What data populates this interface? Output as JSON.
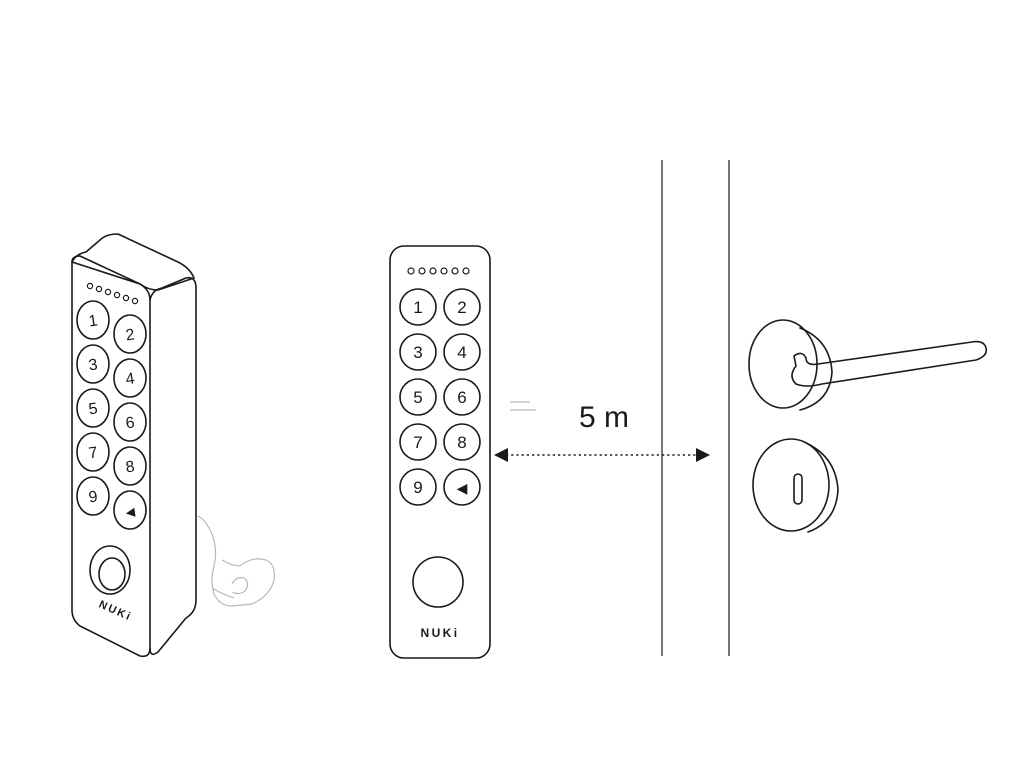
{
  "keypad": {
    "keys": [
      "1",
      "2",
      "3",
      "4",
      "5",
      "6",
      "7",
      "8",
      "9",
      "◀"
    ],
    "brand": "NUKi"
  },
  "distance": {
    "label": "5 m"
  },
  "colors": {
    "line": "#1a1a1a",
    "background": "#ffffff",
    "faint": "#b8b8b8"
  },
  "icons": {
    "backspace": "left-triangle",
    "fingerprint": "circle-sensor",
    "handle": "door-lever",
    "keyhole": "keyhole-escutcheon"
  }
}
